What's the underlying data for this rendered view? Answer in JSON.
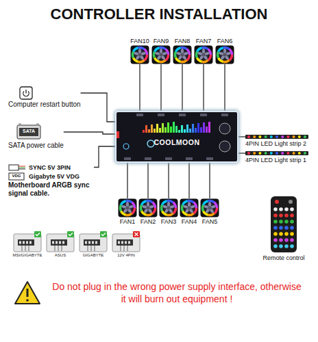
{
  "diagram": {
    "title": "CONTROLLER INSTALLATION",
    "nodes": [
      {
        "text": [
          "FAN10"
        ]
      },
      {
        "text": [
          "FAN9"
        ]
      },
      {
        "text": [
          "FAN8"
        ]
      },
      {
        "text": [
          "FAN7"
        ]
      },
      {
        "text": [
          "FAN6"
        ]
      },
      {
        "text": [
          "Computer restart button"
        ]
      },
      {
        "text": [
          "SATA power cable"
        ]
      },
      {
        "text": [
          "COOLMOON"
        ]
      },
      {
        "text": [
          "4PIN LED Light strip 2"
        ]
      },
      {
        "text": [
          "4PIN LED Light strip 1"
        ]
      },
      {
        "text": [
          "SYNC 5V 3PIN",
          "Gigabyte 5V VDG",
          "Motherboard ARGB sync signal cable."
        ]
      },
      {
        "text": [
          "FAN1"
        ]
      },
      {
        "text": [
          "FAN2"
        ]
      },
      {
        "text": [
          "FAN3"
        ]
      },
      {
        "text": [
          "FAN4"
        ]
      },
      {
        "text": [
          "FAN5"
        ]
      },
      {
        "text": [
          "Remote control"
        ]
      }
    ],
    "edges": [
      {
        "from": 7,
        "to": 0,
        "arrow": "none"
      },
      {
        "from": 7,
        "to": 1,
        "arrow": "none"
      },
      {
        "from": 7,
        "to": 2,
        "arrow": "none"
      },
      {
        "from": 7,
        "to": 3,
        "arrow": "none"
      },
      {
        "from": 7,
        "to": 4,
        "arrow": "none"
      },
      {
        "from": 7,
        "to": 5,
        "arrow": "none"
      },
      {
        "from": 7,
        "to": 6,
        "arrow": "none"
      },
      {
        "from": 7,
        "to": 10,
        "arrow": "none"
      },
      {
        "from": 7,
        "to": 8,
        "arrow": "none"
      },
      {
        "from": 7,
        "to": 9,
        "arrow": "none"
      },
      {
        "from": 7,
        "to": 11,
        "arrow": "none"
      },
      {
        "from": 7,
        "to": 12,
        "arrow": "none"
      },
      {
        "from": 7,
        "to": 13,
        "arrow": "none"
      },
      {
        "from": 7,
        "to": 14,
        "arrow": "none"
      },
      {
        "from": 7,
        "to": 15,
        "arrow": "none"
      }
    ],
    "labels": [
      "SATA",
      "VDG",
      "MSI/GIGABYTE",
      "ASUS",
      "GIGABYTE",
      "12V 4PIN",
      "Do not plug in the wrong power supply interface, otherwise it will burn out equipment !"
    ]
  }
}
